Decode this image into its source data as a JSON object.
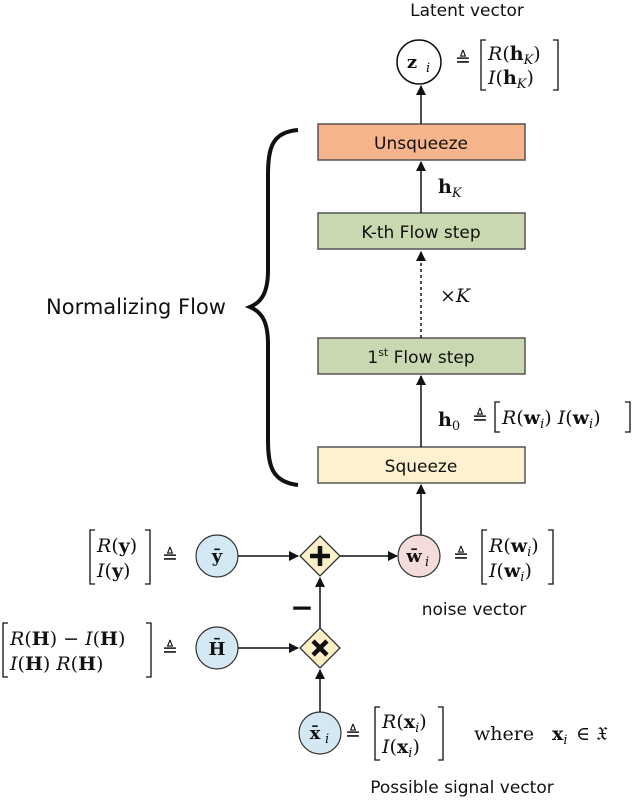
{
  "captions": {
    "latent": "Latent vector",
    "normalizing_flow": "Normalizing Flow",
    "noise": "noise vector",
    "possible_signal": "Possible signal vector"
  },
  "boxes": {
    "unsqueeze": "Unsqueeze",
    "kth_step": "K-th  Flow step",
    "first_step_sup": "st",
    "first_step_num": "1",
    "first_step_rest": "  Flow step",
    "squeeze": "Squeeze"
  },
  "nodes": {
    "z": "z",
    "z_sub": "i",
    "y": "ȳ",
    "w": "w̄",
    "w_sub": "i",
    "H": "H̄",
    "x": "x̄",
    "x_sub": "i"
  },
  "operators": {
    "plus": "+",
    "times": "×",
    "minus": "−"
  },
  "labels": {
    "hK": "h",
    "hK_sub": "K",
    "timesK": "×K",
    "h0": "h",
    "h0_sub": "0",
    "triangleq": "≜",
    "where": "where",
    "in_set": "∈ 𝔛"
  },
  "colors": {
    "unsqueeze_fill": "#f5b48c",
    "flow_fill": "#c9d8b0",
    "squeeze_fill": "#fdf1d0",
    "node_blue": "#d3e8f2",
    "node_pink": "#f5dcdc",
    "op_fill": "#fbf0c8"
  }
}
